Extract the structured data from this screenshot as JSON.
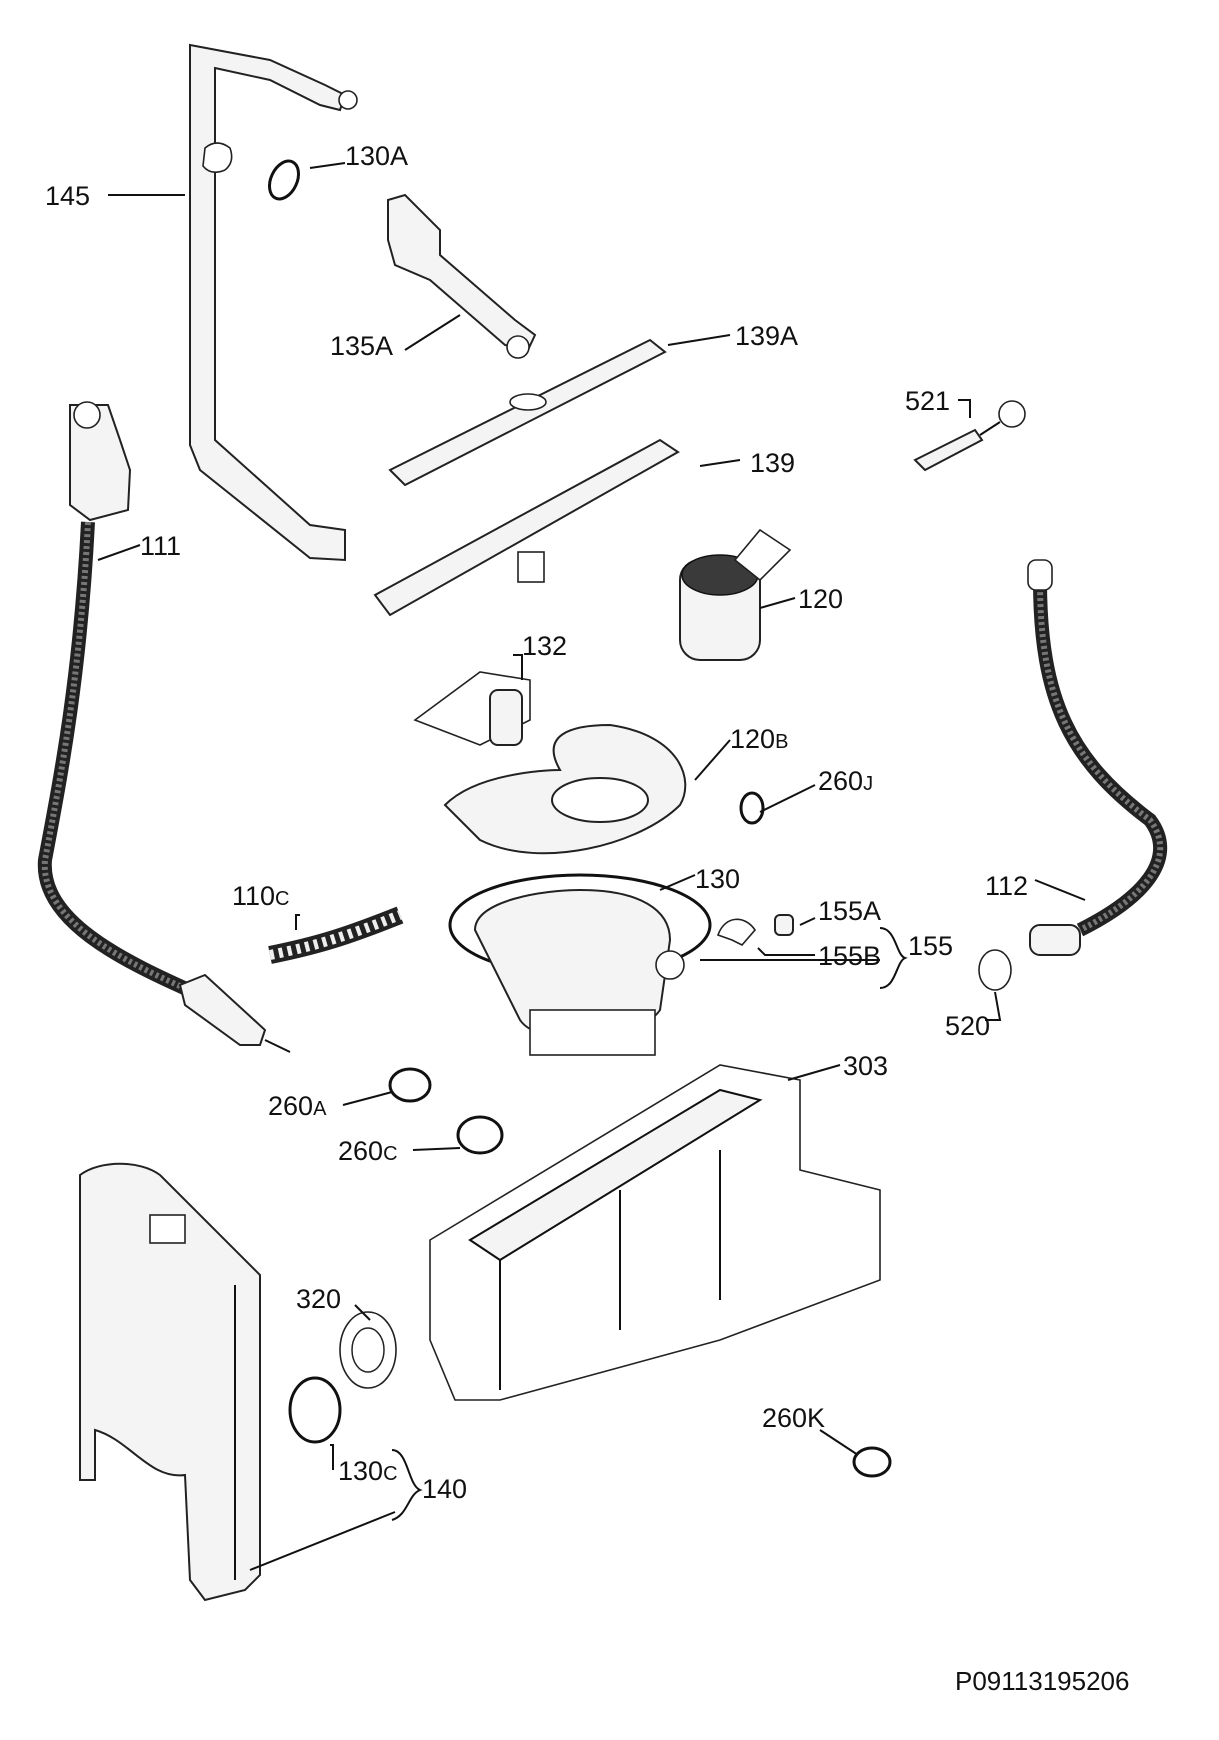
{
  "document_code": "P09113195206",
  "labels": {
    "l145": "145",
    "l130A": "130A",
    "l135A": "135A",
    "l139A": "139A",
    "l521": "521",
    "l139": "139",
    "l111": "111",
    "l120": "120",
    "l132": "132",
    "l120B_num": "120",
    "l120B_suf": "B",
    "l260J_num": "260",
    "l260J_suf": "J",
    "l110C_num": "110",
    "l110C_suf": "C",
    "l130": "130",
    "l155A": "155A",
    "l155B": "155B",
    "l155": "155",
    "l112": "112",
    "l520": "520",
    "l303": "303",
    "l260A_num": "260",
    "l260A_suf": "A",
    "l260C_num": "260",
    "l260C_suf": "C",
    "l320": "320",
    "l260K": "260K",
    "l130C_num": "130",
    "l130C_suf": "C",
    "l140": "140"
  }
}
